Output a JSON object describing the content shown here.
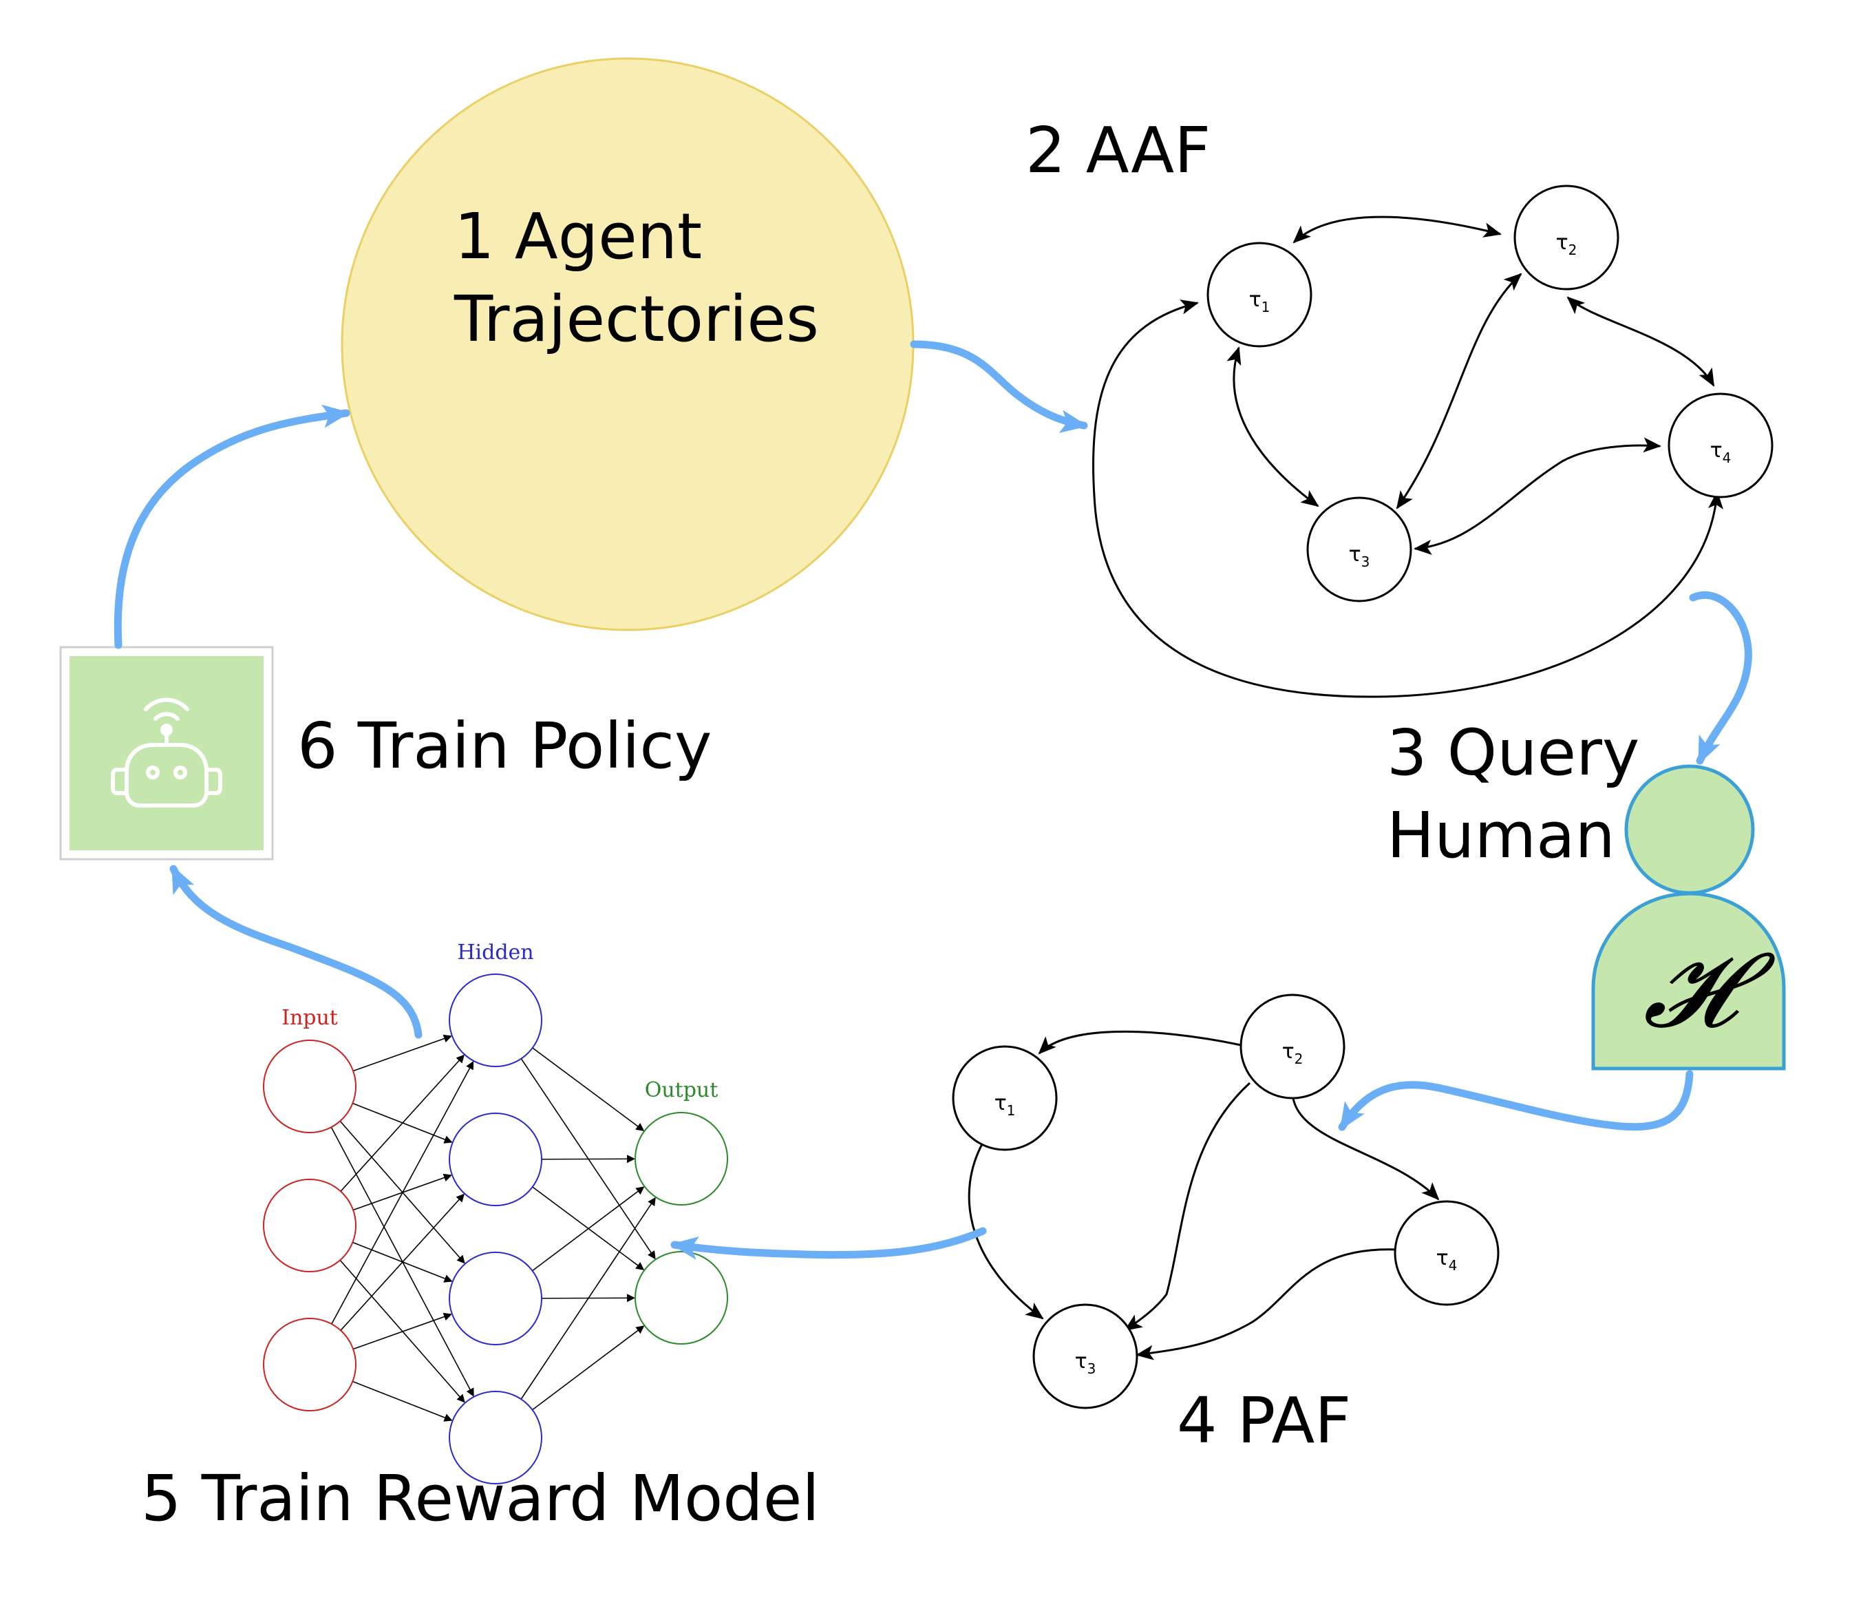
{
  "steps": {
    "agent_trajectories": {
      "line1": "1 Agent",
      "line2": "Trajectories"
    },
    "aaf": "2 AAF",
    "query_human": {
      "line1": "3 Query",
      "line2": "Human"
    },
    "paf": "4 PAF",
    "train_reward_model": "5 Train Reward Model",
    "train_policy": "6 Train Policy"
  },
  "human_symbol": "𝓗",
  "aaf_nodes": [
    {
      "tau": "τ",
      "sub": "1"
    },
    {
      "tau": "τ",
      "sub": "2"
    },
    {
      "tau": "τ",
      "sub": "3"
    },
    {
      "tau": "τ",
      "sub": "4"
    }
  ],
  "paf_nodes": [
    {
      "tau": "τ",
      "sub": "1"
    },
    {
      "tau": "τ",
      "sub": "2"
    },
    {
      "tau": "τ",
      "sub": "3"
    },
    {
      "tau": "τ",
      "sub": "4"
    }
  ],
  "network": {
    "input_label": "Input",
    "hidden_label": "Hidden",
    "output_label": "Output",
    "input_color": "#cc2222",
    "hidden_color": "#2a2acc",
    "output_color": "#2a8a2a"
  },
  "colors": {
    "flow_arrow": "#6aaef5",
    "agent_fill": "#f8eeb4",
    "agent_stroke": "#ead064",
    "green_fill": "#c5e6ad",
    "human_stroke": "#3aa0d6"
  }
}
